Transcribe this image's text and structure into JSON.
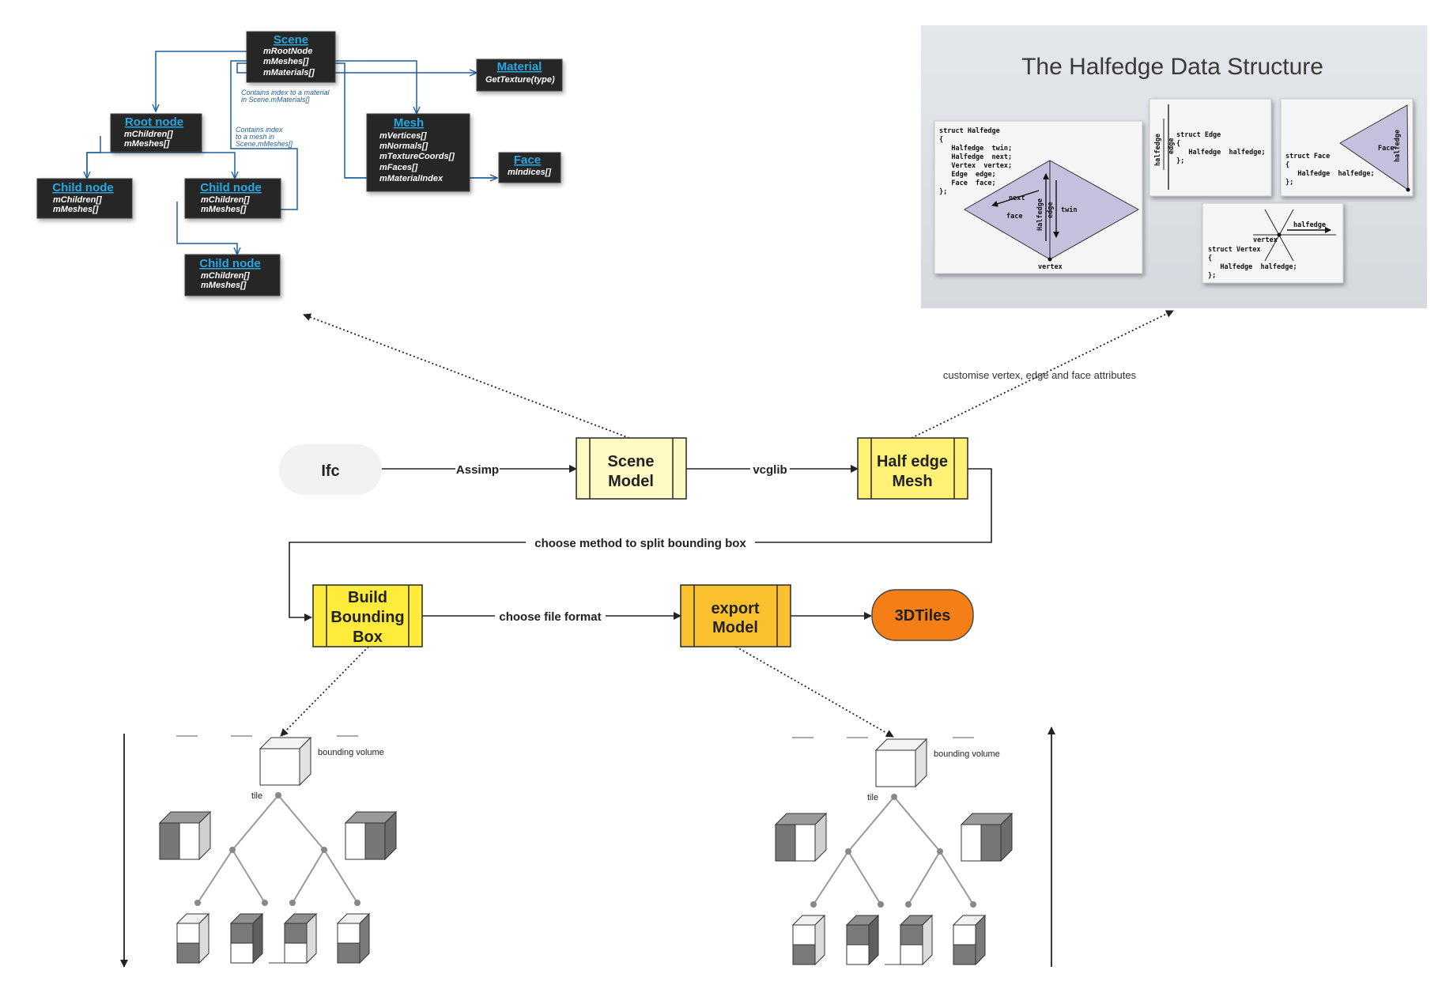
{
  "scene_graph": {
    "scene": {
      "title": "Scene",
      "fields": [
        "mRootNode",
        "mMeshes[]",
        "mMaterials[]"
      ]
    },
    "material": {
      "title": "Material",
      "fields": [
        "GetTexture(type)"
      ]
    },
    "root_node": {
      "title": "Root node",
      "fields": [
        "mChildren[]",
        "mMeshes[]"
      ]
    },
    "mesh": {
      "title": "Mesh",
      "fields": [
        "mVertices[]",
        "mNormals[]",
        "mTextureCoords[]",
        "mFaces[]",
        "mMaterialIndex"
      ]
    },
    "face": {
      "title": "Face",
      "fields": [
        "mIndices[]"
      ]
    },
    "child_nodes": [
      {
        "title": "Child node",
        "fields": [
          "mChildren[]",
          "mMeshes[]"
        ]
      },
      {
        "title": "Child node",
        "fields": [
          "mChildren[]",
          "mMeshes[]"
        ]
      },
      {
        "title": "Child node",
        "fields": [
          "mChildren[]",
          "mMeshes[]"
        ]
      }
    ],
    "note_material": [
      "Contains index to a material",
      "in Scene.mMaterials[]"
    ],
    "note_mesh": [
      "Contains index",
      "to a mesh in",
      "Scene.mMeshes[]"
    ]
  },
  "halfedge_slide": {
    "title": "The Halfedge Data Structure",
    "halfedge_code": [
      "struct Halfedge",
      "{",
      "   Halfedge  twin;",
      "   Halfedge  next;",
      "   Vertex  vertex;",
      "   Edge  edge;",
      "   Face  face;",
      "};"
    ],
    "edge_code": [
      "struct Edge",
      "{",
      "   Halfedge  halfedge;",
      "};"
    ],
    "face_code": [
      "struct Face",
      "{",
      "   Halfedge  halfedge;",
      "};"
    ],
    "vertex_code": [
      "struct Vertex",
      "{",
      "   Halfedge  halfedge;",
      "};"
    ],
    "labels": {
      "next": "next",
      "face": "face",
      "halfedge": "Halfedge",
      "edge": "edge",
      "twin": "twin",
      "vertex": "vertex",
      "halfedge_small": "halfedge",
      "edge_small": "edge",
      "face_small": "Face",
      "halfedge_arrow": "halfedge"
    }
  },
  "flow": {
    "ifc": "Ifc",
    "assimp": "Assimp",
    "scene_model": [
      "Scene",
      "Model"
    ],
    "vcglib": "vcglib",
    "half_edge_mesh": [
      "Half edge",
      "Mesh"
    ],
    "customise": "customise vertex, edge and face attributes",
    "split_label": "choose method to split bounding box",
    "build_bbox": [
      "Build",
      "Bounding",
      "Box"
    ],
    "file_format": "choose file format",
    "export_model": [
      "export",
      "Model"
    ],
    "tiles": "3DTiles"
  },
  "tile_trees": {
    "bounding_volume": "bounding volume",
    "tile": "tile"
  },
  "colors": {
    "uml_bg": "#262626",
    "uml_title": "#2aa6e0",
    "connector": "#1f5fa0",
    "scene_model_fill": "#fff9c4",
    "half_edge_fill": "#fff176",
    "build_bbox_fill": "#ffeb3b",
    "export_fill": "#fbc02d",
    "tiles_fill": "#f57f17",
    "ifc_fill": "#f2f2f2",
    "slide_bg": "#dde1e6"
  }
}
